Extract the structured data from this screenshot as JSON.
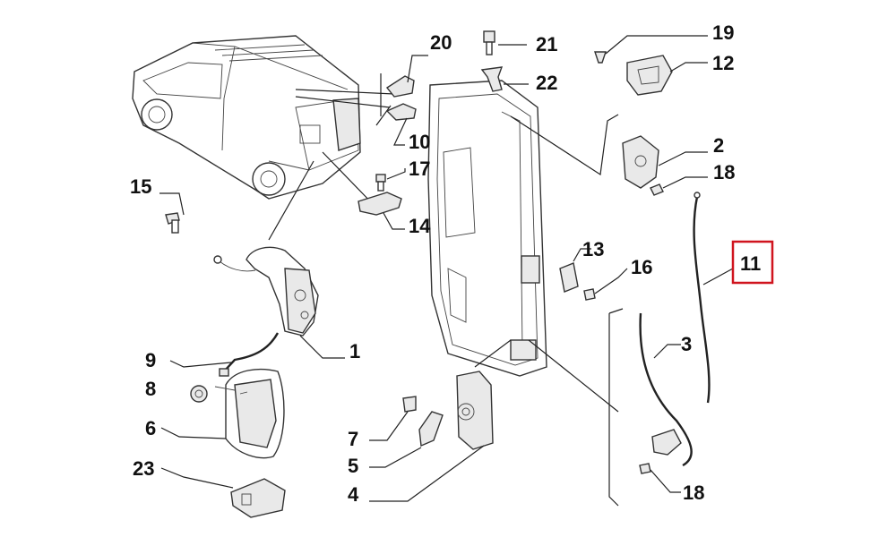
{
  "labels": [
    {
      "id": "20",
      "text": "20"
    },
    {
      "id": "21",
      "text": "21"
    },
    {
      "id": "19",
      "text": "19"
    },
    {
      "id": "12",
      "text": "12"
    },
    {
      "id": "22",
      "text": "22"
    },
    {
      "id": "10",
      "text": "10"
    },
    {
      "id": "2",
      "text": "2"
    },
    {
      "id": "18a",
      "text": "18"
    },
    {
      "id": "17",
      "text": "17"
    },
    {
      "id": "15",
      "text": "15"
    },
    {
      "id": "14",
      "text": "14"
    },
    {
      "id": "13",
      "text": "13"
    },
    {
      "id": "11",
      "text": "11"
    },
    {
      "id": "16",
      "text": "16"
    },
    {
      "id": "1",
      "text": "1"
    },
    {
      "id": "3",
      "text": "3"
    },
    {
      "id": "9",
      "text": "9"
    },
    {
      "id": "8",
      "text": "8"
    },
    {
      "id": "6",
      "text": "6"
    },
    {
      "id": "7",
      "text": "7"
    },
    {
      "id": "5",
      "text": "5"
    },
    {
      "id": "23",
      "text": "23"
    },
    {
      "id": "4",
      "text": "4"
    },
    {
      "id": "18b",
      "text": "18"
    }
  ],
  "highlight": {
    "label_id": "11",
    "color": "#d0141e"
  },
  "colors": {
    "line": "#222222",
    "part_fill": "#e9e9e9",
    "background": "#ffffff"
  }
}
